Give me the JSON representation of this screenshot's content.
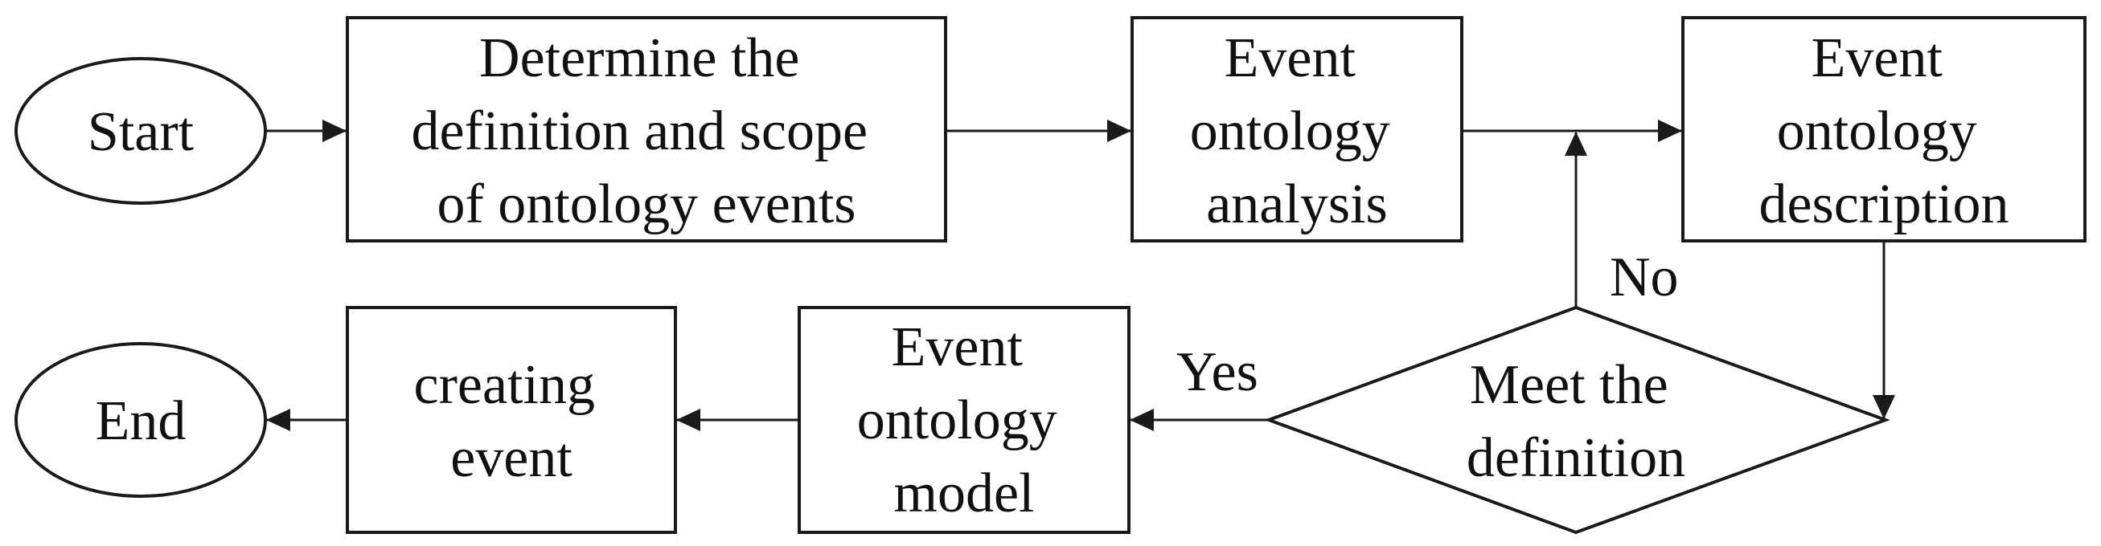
{
  "colors": {
    "stroke": "#1a1a1a",
    "text": "#111111",
    "background": "#ffffff"
  },
  "nodes": {
    "start": {
      "lines": [
        "Start"
      ]
    },
    "determine": {
      "lines": [
        "Determine the",
        "definition and scope",
        "of ontology events"
      ]
    },
    "analysis": {
      "lines": [
        "Event",
        "ontology",
        "analysis"
      ]
    },
    "description": {
      "lines": [
        "Event",
        "ontology",
        "description"
      ]
    },
    "decision": {
      "lines": [
        "Meet the",
        "definition"
      ]
    },
    "model": {
      "lines": [
        "Event",
        "ontology",
        "model"
      ]
    },
    "creating": {
      "lines": [
        "creating",
        "event"
      ]
    },
    "end": {
      "lines": [
        "End"
      ]
    }
  },
  "edge_labels": {
    "no": "No",
    "yes": "Yes"
  }
}
